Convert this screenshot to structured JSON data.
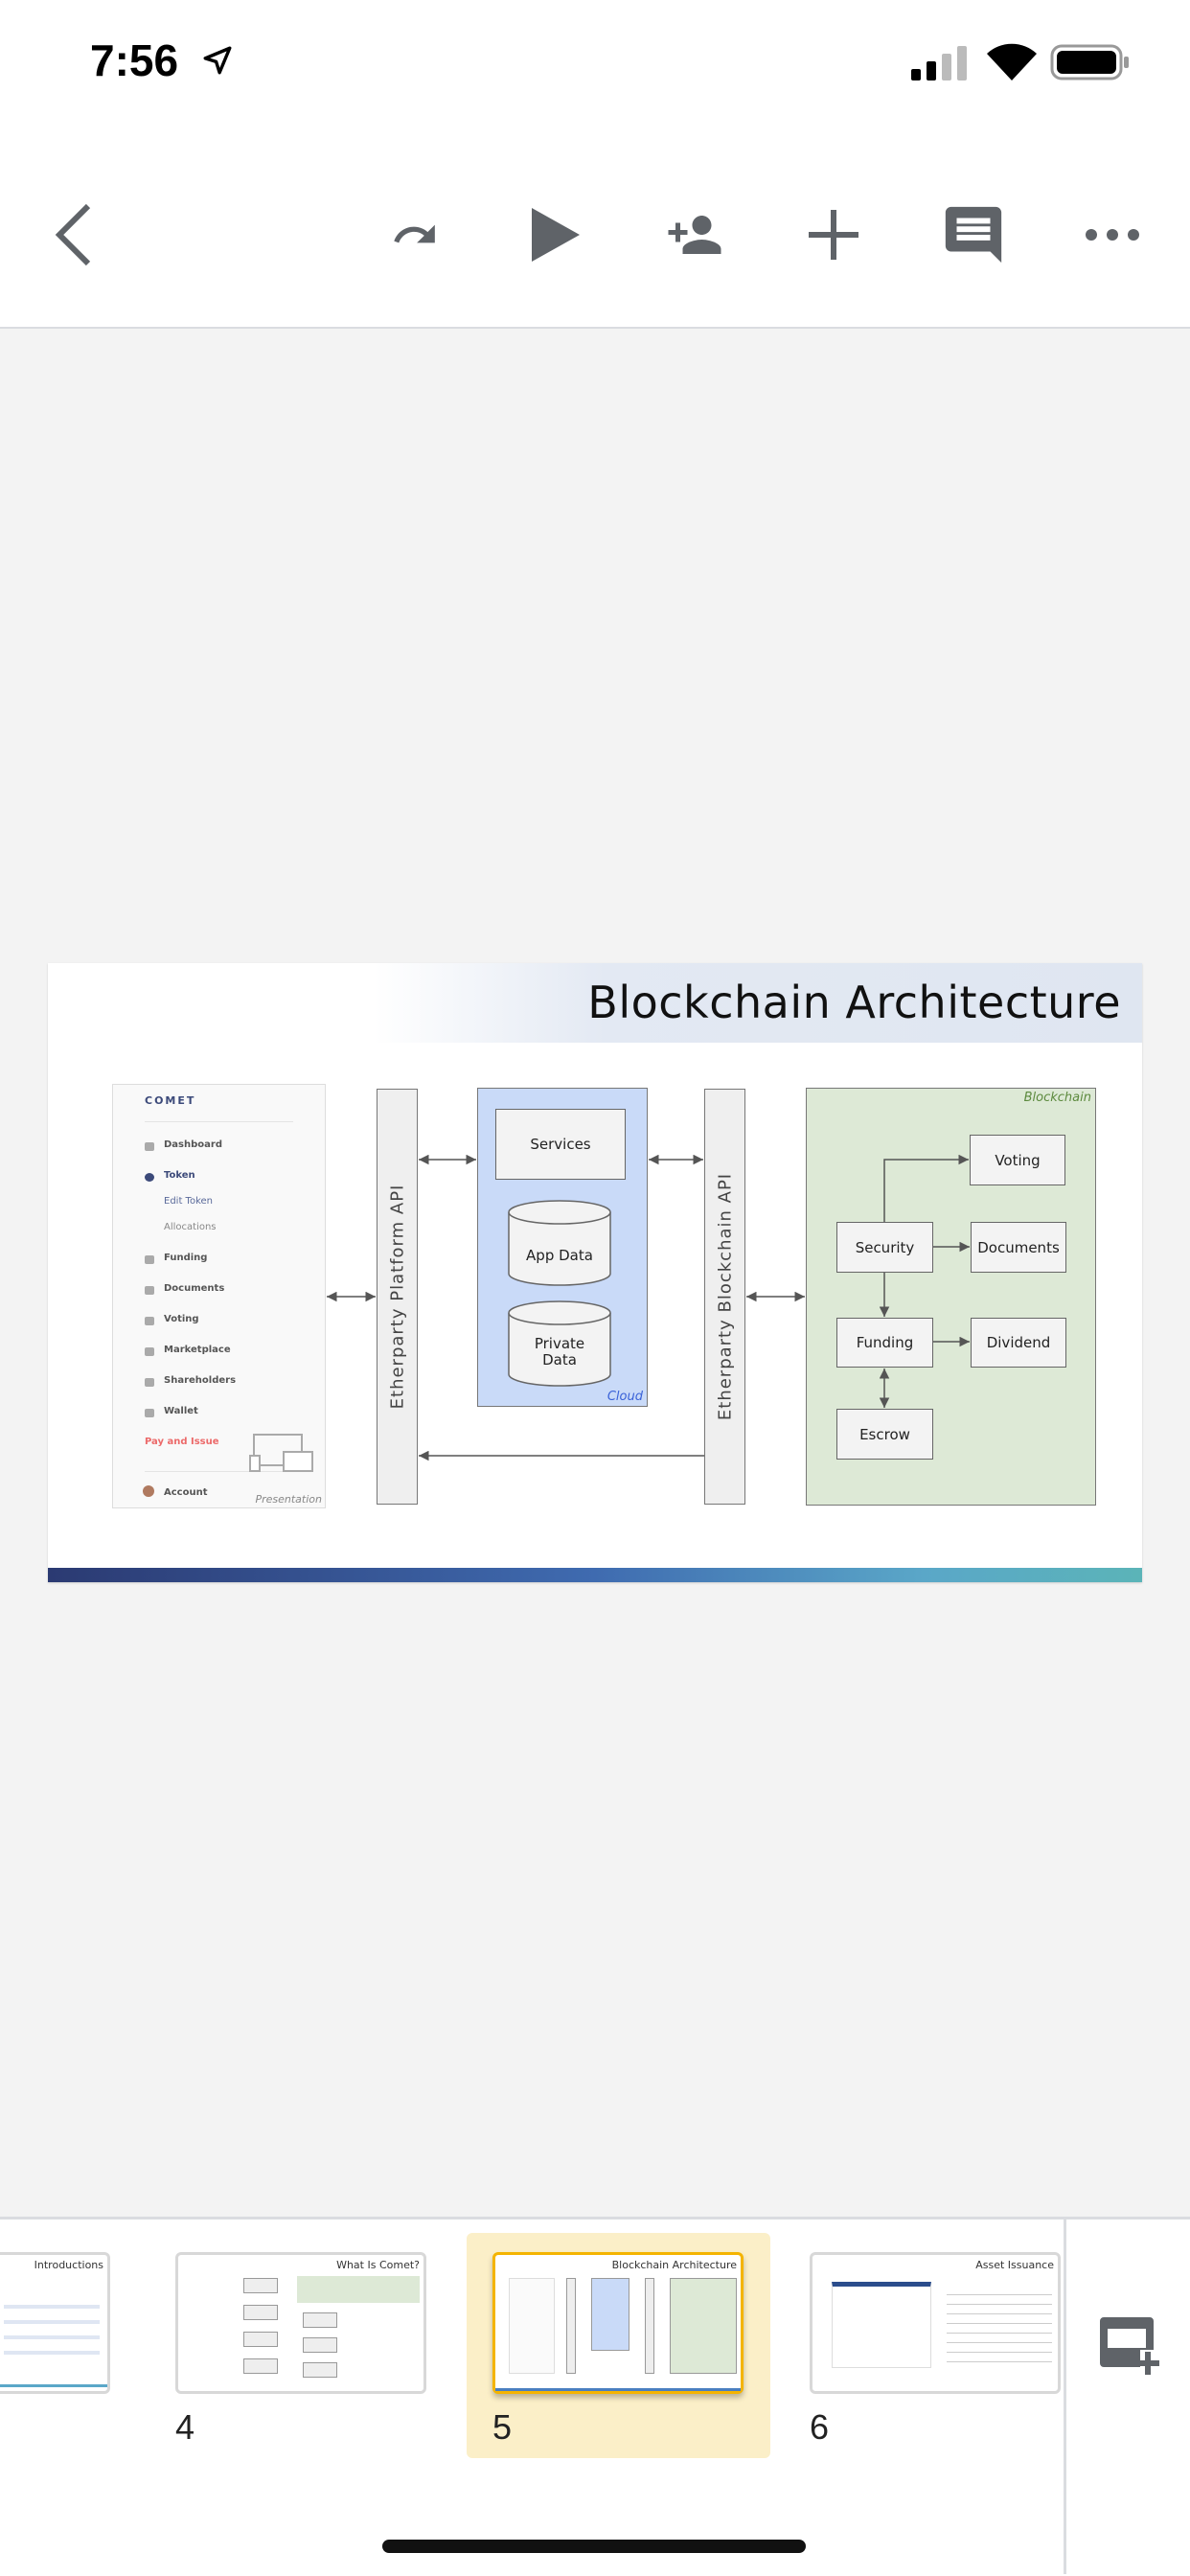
{
  "status_bar": {
    "time": "7:56",
    "icons": [
      "location-arrow-icon",
      "signal-icon",
      "wifi-icon",
      "battery-icon"
    ]
  },
  "toolbar": {
    "icons": [
      "back-icon",
      "undo-icon",
      "redo-icon",
      "play-icon",
      "add-person-icon",
      "plus-icon",
      "comment-icon",
      "more-icon"
    ],
    "icon_color": "#5f6368"
  },
  "slide": {
    "title": "Blockchain Architecture",
    "comet_panel": {
      "brand": "COMET",
      "items": [
        "Dashboard",
        "Token",
        "Edit Token",
        "Allocations",
        "Funding",
        "Documents",
        "Voting",
        "Marketplace",
        "Shareholders",
        "Wallet",
        "Pay and Issue",
        "Account"
      ],
      "caption": "Presentation"
    },
    "platform_api": "Etherparty  Platform  API",
    "blockchain_api": "Etherparty  Blockchain  API",
    "cloud": {
      "label": "Cloud",
      "services": "Services",
      "app_data": "App Data",
      "private_data": "Private Data",
      "color": "#c9daf8"
    },
    "blockchain": {
      "label": "Blockchain",
      "nodes": {
        "voting": "Voting",
        "security": "Security",
        "documents": "Documents",
        "funding": "Funding",
        "dividend": "Dividend",
        "escrow": "Escrow"
      },
      "color": "#dde9d6"
    }
  },
  "filmstrip": {
    "slides": [
      {
        "number": "",
        "title": "Introductions"
      },
      {
        "number": "4",
        "title": "What Is Comet?"
      },
      {
        "number": "5",
        "title": "Blockchain Architecture",
        "selected": true
      },
      {
        "number": "6",
        "title": "Asset Issuance"
      }
    ],
    "highlight_color": "#fbefc8",
    "selected_border": "#f4b400",
    "new_slide_icon": "new-slide-icon"
  }
}
